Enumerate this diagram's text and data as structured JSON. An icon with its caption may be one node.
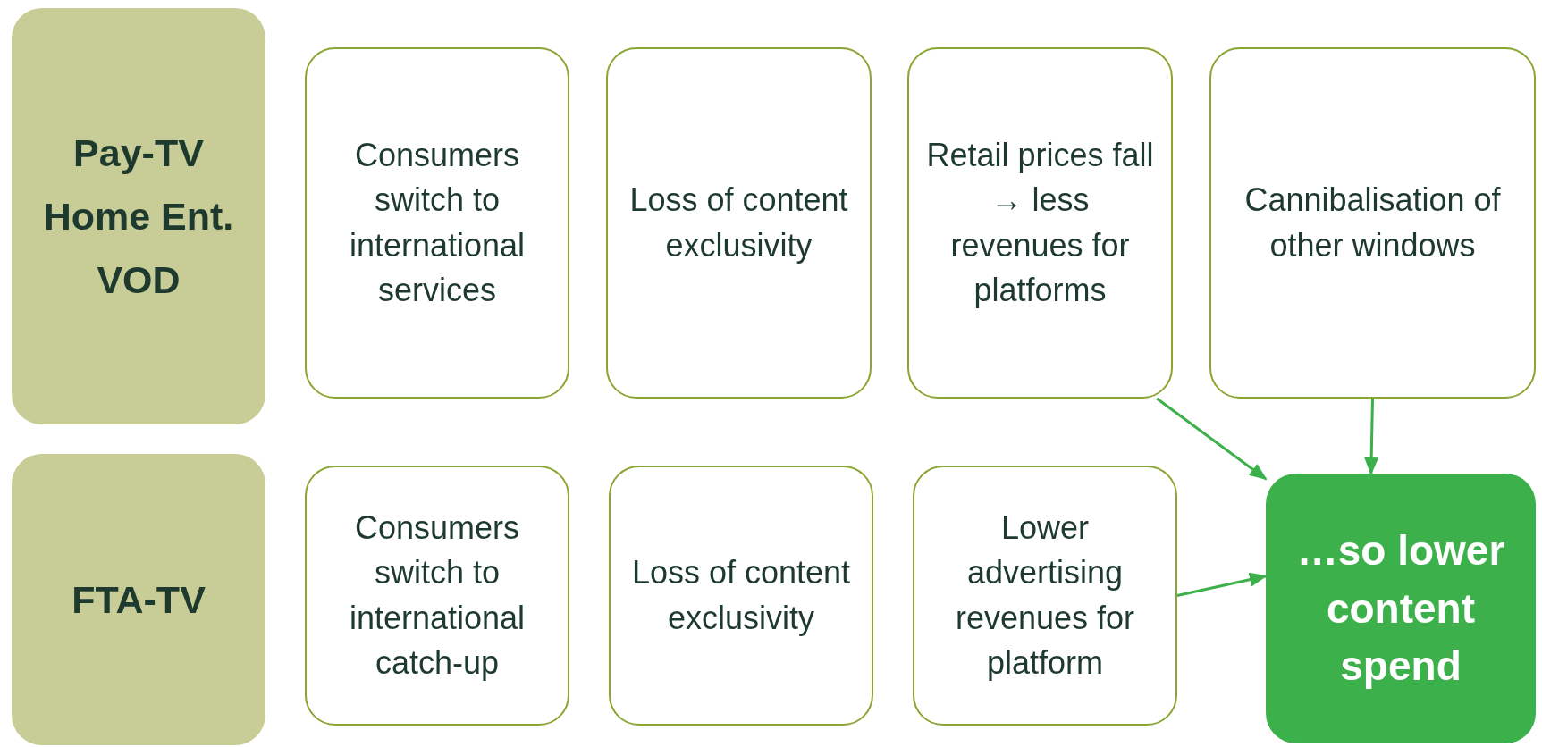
{
  "diagram": {
    "nodes": [
      {
        "text": [
          "Pay-TV",
          "Home Ent.",
          "VOD"
        ]
      },
      {
        "text": [
          "Consumers switch to international services"
        ]
      },
      {
        "text": [
          "Loss of content exclusivity"
        ]
      },
      {
        "text": [
          "Retail prices fall → less revenues for platforms"
        ]
      },
      {
        "text": [
          "Cannibalisation of other windows"
        ]
      },
      {
        "text": [
          "FTA-TV"
        ]
      },
      {
        "text": [
          "Consumers switch to international catch-up"
        ]
      },
      {
        "text": [
          "Loss of content exclusivity"
        ]
      },
      {
        "text": [
          "Lower advertising revenues for platform"
        ]
      },
      {
        "text": [
          "…so lower content spend"
        ]
      }
    ],
    "edges": [
      {
        "from": 3,
        "to": 9,
        "arrow": "to"
      },
      {
        "from": 4,
        "to": 9,
        "arrow": "to"
      },
      {
        "from": 8,
        "to": 9,
        "arrow": "to"
      }
    ]
  }
}
